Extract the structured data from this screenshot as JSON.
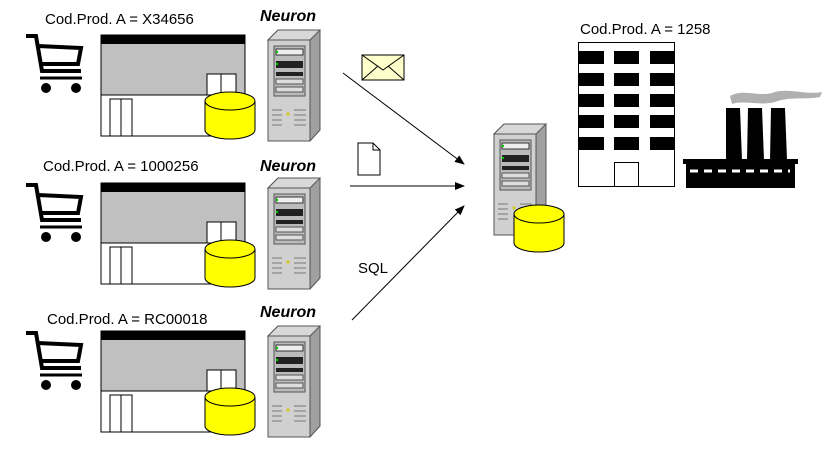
{
  "sources": [
    {
      "code_label": "Cod.Prod. A =  X34656",
      "server_label": "Neuron"
    },
    {
      "code_label": "Cod.Prod. A =  1000256",
      "server_label": "Neuron"
    },
    {
      "code_label": "Cod.Prod. A =  RC00018",
      "server_label": "Neuron"
    }
  ],
  "channels": {
    "email": "envelope-icon",
    "file": "document-icon",
    "sql_label": "SQL"
  },
  "target": {
    "code_label": "Cod.Prod. A =  1258"
  },
  "colors": {
    "database": "#ffff00",
    "store_gray": "#c0c0c0",
    "smoke": "#b0b0b0"
  }
}
